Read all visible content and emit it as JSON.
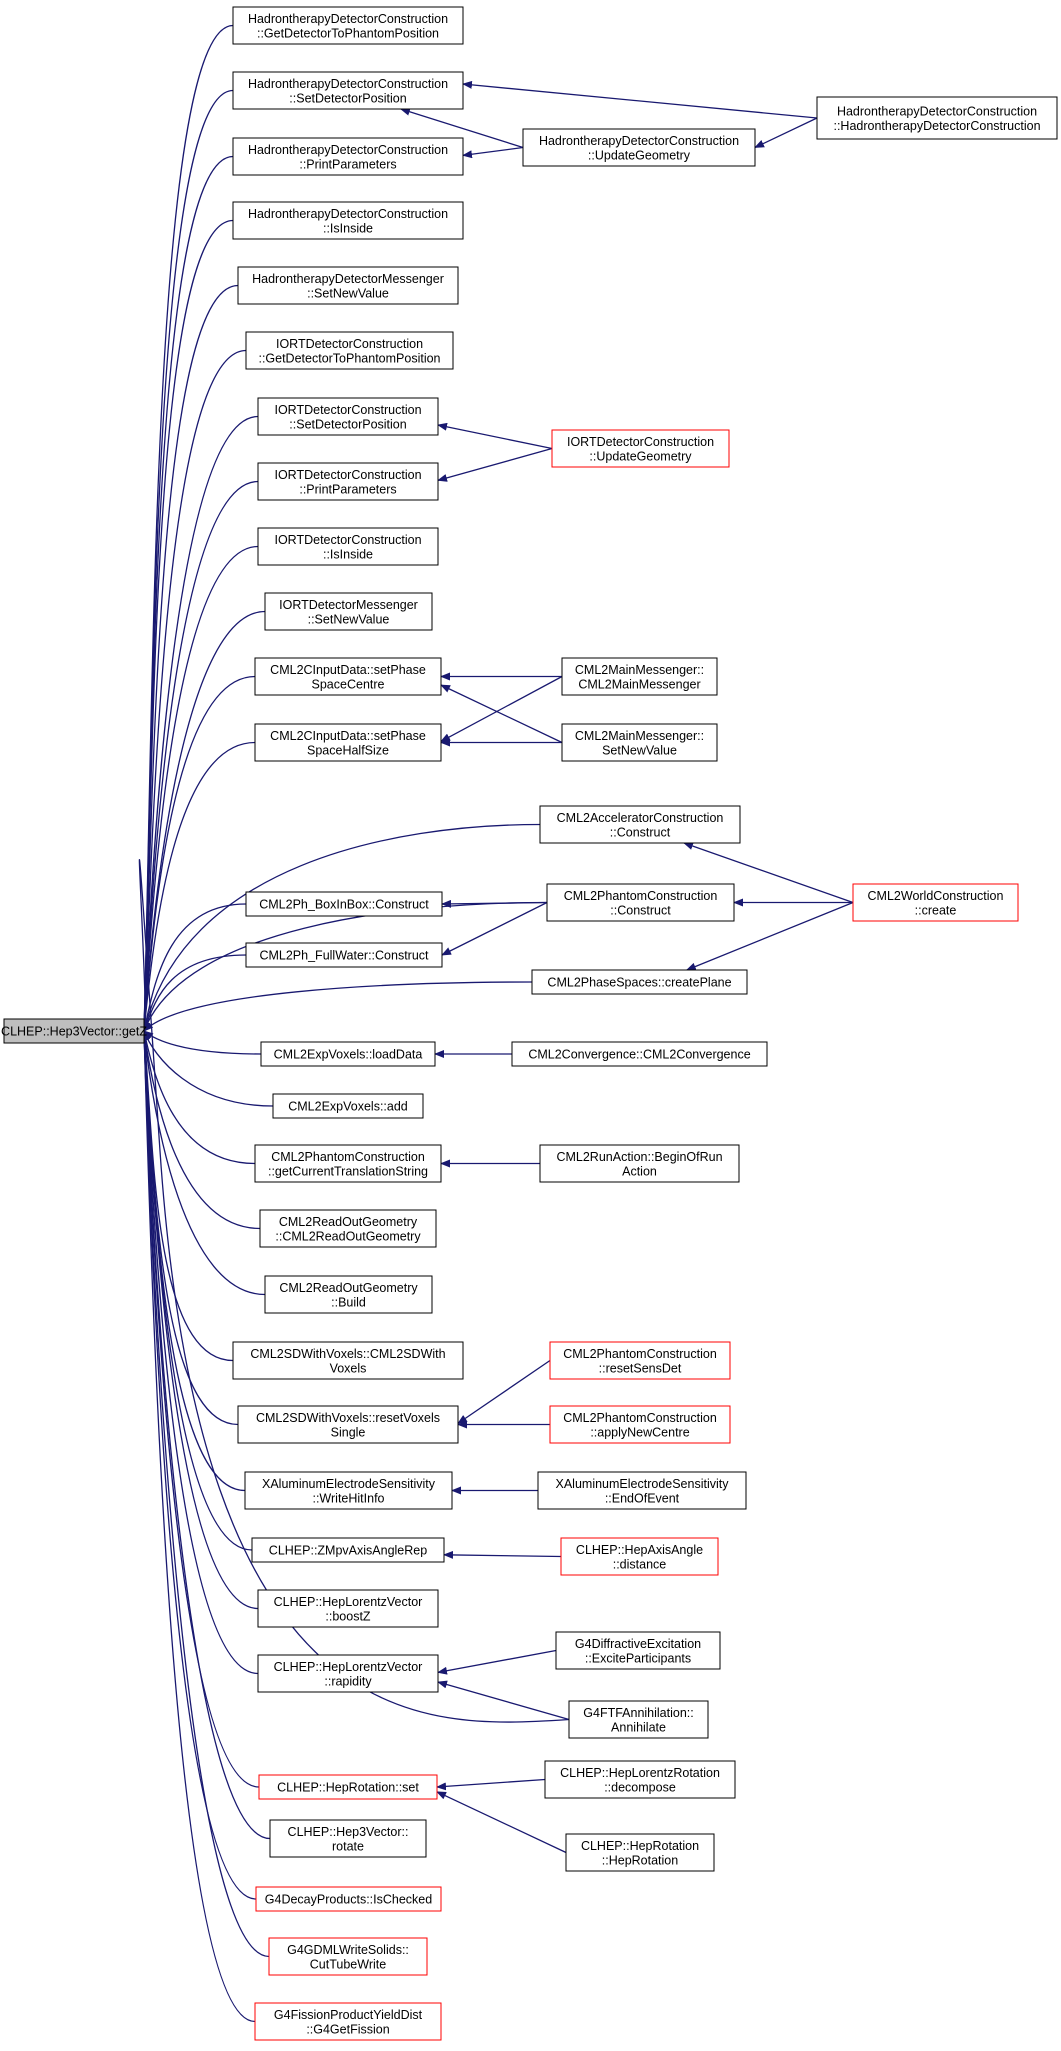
{
  "nodes": [
    {
      "id": "root",
      "lines": [
        "CLHEP::Hep3Vector::getZ"
      ],
      "style": "root"
    },
    {
      "id": "n1",
      "lines": [
        "HadrontherapyDetectorConstruction",
        "::GetDetectorToPhantomPosition"
      ],
      "style": "normal"
    },
    {
      "id": "n2",
      "lines": [
        "HadrontherapyDetectorConstruction",
        "::SetDetectorPosition"
      ],
      "style": "normal"
    },
    {
      "id": "n3",
      "lines": [
        "HadrontherapyDetectorConstruction",
        "::PrintParameters"
      ],
      "style": "normal"
    },
    {
      "id": "n4",
      "lines": [
        "HadrontherapyDetectorConstruction",
        "::IsInside"
      ],
      "style": "normal"
    },
    {
      "id": "n5",
      "lines": [
        "HadrontherapyDetectorMessenger",
        "::SetNewValue"
      ],
      "style": "normal"
    },
    {
      "id": "n6",
      "lines": [
        "IORTDetectorConstruction",
        "::GetDetectorToPhantomPosition"
      ],
      "style": "normal"
    },
    {
      "id": "n7",
      "lines": [
        "IORTDetectorConstruction",
        "::SetDetectorPosition"
      ],
      "style": "normal"
    },
    {
      "id": "n8",
      "lines": [
        "IORTDetectorConstruction",
        "::PrintParameters"
      ],
      "style": "normal"
    },
    {
      "id": "n9",
      "lines": [
        "IORTDetectorConstruction",
        "::IsInside"
      ],
      "style": "normal"
    },
    {
      "id": "n10",
      "lines": [
        "IORTDetectorMessenger",
        "::SetNewValue"
      ],
      "style": "normal"
    },
    {
      "id": "n11",
      "lines": [
        "CML2CInputData::setPhase",
        "SpaceCentre"
      ],
      "style": "normal"
    },
    {
      "id": "n12",
      "lines": [
        "CML2CInputData::setPhase",
        "SpaceHalfSize"
      ],
      "style": "normal"
    },
    {
      "id": "n13",
      "lines": [
        "CML2AcceleratorConstruction",
        "::Construct"
      ],
      "style": "normal"
    },
    {
      "id": "n14",
      "lines": [
        "CML2Ph_BoxInBox::Construct"
      ],
      "style": "normal"
    },
    {
      "id": "n15",
      "lines": [
        "CML2PhantomConstruction",
        "::Construct"
      ],
      "style": "normal"
    },
    {
      "id": "n16",
      "lines": [
        "CML2Ph_FullWater::Construct"
      ],
      "style": "normal"
    },
    {
      "id": "n17",
      "lines": [
        "CML2PhaseSpaces::createPlane"
      ],
      "style": "normal"
    },
    {
      "id": "n18",
      "lines": [
        "CML2ExpVoxels::loadData"
      ],
      "style": "normal"
    },
    {
      "id": "n19",
      "lines": [
        "CML2ExpVoxels::add"
      ],
      "style": "normal"
    },
    {
      "id": "n20",
      "lines": [
        "CML2PhantomConstruction",
        "::getCurrentTranslationString"
      ],
      "style": "normal"
    },
    {
      "id": "n21",
      "lines": [
        "CML2ReadOutGeometry",
        "::CML2ReadOutGeometry"
      ],
      "style": "normal"
    },
    {
      "id": "n22",
      "lines": [
        "CML2ReadOutGeometry",
        "::Build"
      ],
      "style": "normal"
    },
    {
      "id": "n23",
      "lines": [
        "CML2SDWithVoxels::CML2SDWith",
        "Voxels"
      ],
      "style": "normal"
    },
    {
      "id": "n24",
      "lines": [
        "CML2SDWithVoxels::resetVoxels",
        "Single"
      ],
      "style": "normal"
    },
    {
      "id": "n25",
      "lines": [
        "XAluminumElectrodeSensitivity",
        "::WriteHitInfo"
      ],
      "style": "normal"
    },
    {
      "id": "n26",
      "lines": [
        "CLHEP::ZMpvAxisAngleRep"
      ],
      "style": "normal"
    },
    {
      "id": "n27",
      "lines": [
        "CLHEP::HepLorentzVector",
        "::boostZ"
      ],
      "style": "normal"
    },
    {
      "id": "n28",
      "lines": [
        "CLHEP::HepLorentzVector",
        "::rapidity"
      ],
      "style": "normal"
    },
    {
      "id": "n29",
      "lines": [
        "CLHEP::HepRotation::set"
      ],
      "style": "red"
    },
    {
      "id": "n30",
      "lines": [
        "CLHEP::Hep3Vector::",
        "rotate"
      ],
      "style": "normal"
    },
    {
      "id": "n31",
      "lines": [
        "G4DecayProducts::IsChecked"
      ],
      "style": "red"
    },
    {
      "id": "n32",
      "lines": [
        "G4GDMLWriteSolids::",
        "CutTubeWrite"
      ],
      "style": "red"
    },
    {
      "id": "n33",
      "lines": [
        "G4FissionProductYieldDist",
        "::G4GetFission"
      ],
      "style": "red"
    },
    {
      "id": "h1",
      "lines": [
        "HadrontherapyDetectorConstruction",
        "::UpdateGeometry"
      ],
      "style": "normal"
    },
    {
      "id": "h2",
      "lines": [
        "HadrontherapyDetectorConstruction",
        "::HadrontherapyDetectorConstruction"
      ],
      "style": "normal"
    },
    {
      "id": "i1",
      "lines": [
        "IORTDetectorConstruction",
        "::UpdateGeometry"
      ],
      "style": "red"
    },
    {
      "id": "m1",
      "lines": [
        "CML2MainMessenger::",
        "CML2MainMessenger"
      ],
      "style": "normal"
    },
    {
      "id": "m2",
      "lines": [
        "CML2MainMessenger::",
        "SetNewValue"
      ],
      "style": "normal"
    },
    {
      "id": "w1",
      "lines": [
        "CML2WorldConstruction",
        "::create"
      ],
      "style": "red"
    },
    {
      "id": "c1",
      "lines": [
        "CML2Convergence::CML2Convergence"
      ],
      "style": "normal"
    },
    {
      "id": "r1",
      "lines": [
        "CML2RunAction::BeginOfRun",
        "Action"
      ],
      "style": "normal"
    },
    {
      "id": "p1",
      "lines": [
        "CML2PhantomConstruction",
        "::resetSensDet"
      ],
      "style": "red"
    },
    {
      "id": "p2",
      "lines": [
        "CML2PhantomConstruction",
        "::applyNewCentre"
      ],
      "style": "red"
    },
    {
      "id": "x1",
      "lines": [
        "XAluminumElectrodeSensitivity",
        "::EndOfEvent"
      ],
      "style": "normal"
    },
    {
      "id": "a1",
      "lines": [
        "CLHEP::HepAxisAngle",
        "::distance"
      ],
      "style": "red"
    },
    {
      "id": "g1",
      "lines": [
        "G4DiffractiveExcitation",
        "::ExciteParticipants"
      ],
      "style": "normal"
    },
    {
      "id": "g2",
      "lines": [
        "G4FTFAnnihilation::",
        "Annihilate"
      ],
      "style": "normal"
    },
    {
      "id": "l1",
      "lines": [
        "CLHEP::HepLorentzRotation",
        "::decompose"
      ],
      "style": "normal"
    },
    {
      "id": "l2",
      "lines": [
        "CLHEP::HepRotation",
        "::HepRotation"
      ],
      "style": "normal"
    }
  ],
  "edges": [
    [
      "n1",
      "root"
    ],
    [
      "n2",
      "root"
    ],
    [
      "n3",
      "root"
    ],
    [
      "n4",
      "root"
    ],
    [
      "n5",
      "root"
    ],
    [
      "n6",
      "root"
    ],
    [
      "n7",
      "root"
    ],
    [
      "n8",
      "root"
    ],
    [
      "n9",
      "root"
    ],
    [
      "n10",
      "root"
    ],
    [
      "n11",
      "root"
    ],
    [
      "n12",
      "root"
    ],
    [
      "n13",
      "root"
    ],
    [
      "n14",
      "root"
    ],
    [
      "n15",
      "root"
    ],
    [
      "n16",
      "root"
    ],
    [
      "n17",
      "root"
    ],
    [
      "n18",
      "root"
    ],
    [
      "n19",
      "root"
    ],
    [
      "n20",
      "root"
    ],
    [
      "n21",
      "root"
    ],
    [
      "n22",
      "root"
    ],
    [
      "n23",
      "root"
    ],
    [
      "n24",
      "root"
    ],
    [
      "n25",
      "root"
    ],
    [
      "n26",
      "root"
    ],
    [
      "n27",
      "root"
    ],
    [
      "n28",
      "root"
    ],
    [
      "n29",
      "root"
    ],
    [
      "n30",
      "root"
    ],
    [
      "n31",
      "root"
    ],
    [
      "n32",
      "root"
    ],
    [
      "n33",
      "root"
    ],
    [
      "g2",
      "root"
    ],
    [
      "h1",
      "n2"
    ],
    [
      "h2",
      "n2"
    ],
    [
      "h1",
      "n3"
    ],
    [
      "h2",
      "h1"
    ],
    [
      "i1",
      "n7"
    ],
    [
      "i1",
      "n8"
    ],
    [
      "m1",
      "n11"
    ],
    [
      "m2",
      "n11"
    ],
    [
      "m1",
      "n12"
    ],
    [
      "m2",
      "n12"
    ],
    [
      "w1",
      "n13"
    ],
    [
      "w1",
      "n15"
    ],
    [
      "w1",
      "n17"
    ],
    [
      "n15",
      "n14"
    ],
    [
      "n15",
      "n16"
    ],
    [
      "c1",
      "n18"
    ],
    [
      "r1",
      "n20"
    ],
    [
      "p1",
      "n24"
    ],
    [
      "p2",
      "n24"
    ],
    [
      "x1",
      "n25"
    ],
    [
      "a1",
      "n26"
    ],
    [
      "g1",
      "n28"
    ],
    [
      "g2",
      "n28"
    ],
    [
      "l1",
      "n29"
    ],
    [
      "l2",
      "n29"
    ]
  ]
}
